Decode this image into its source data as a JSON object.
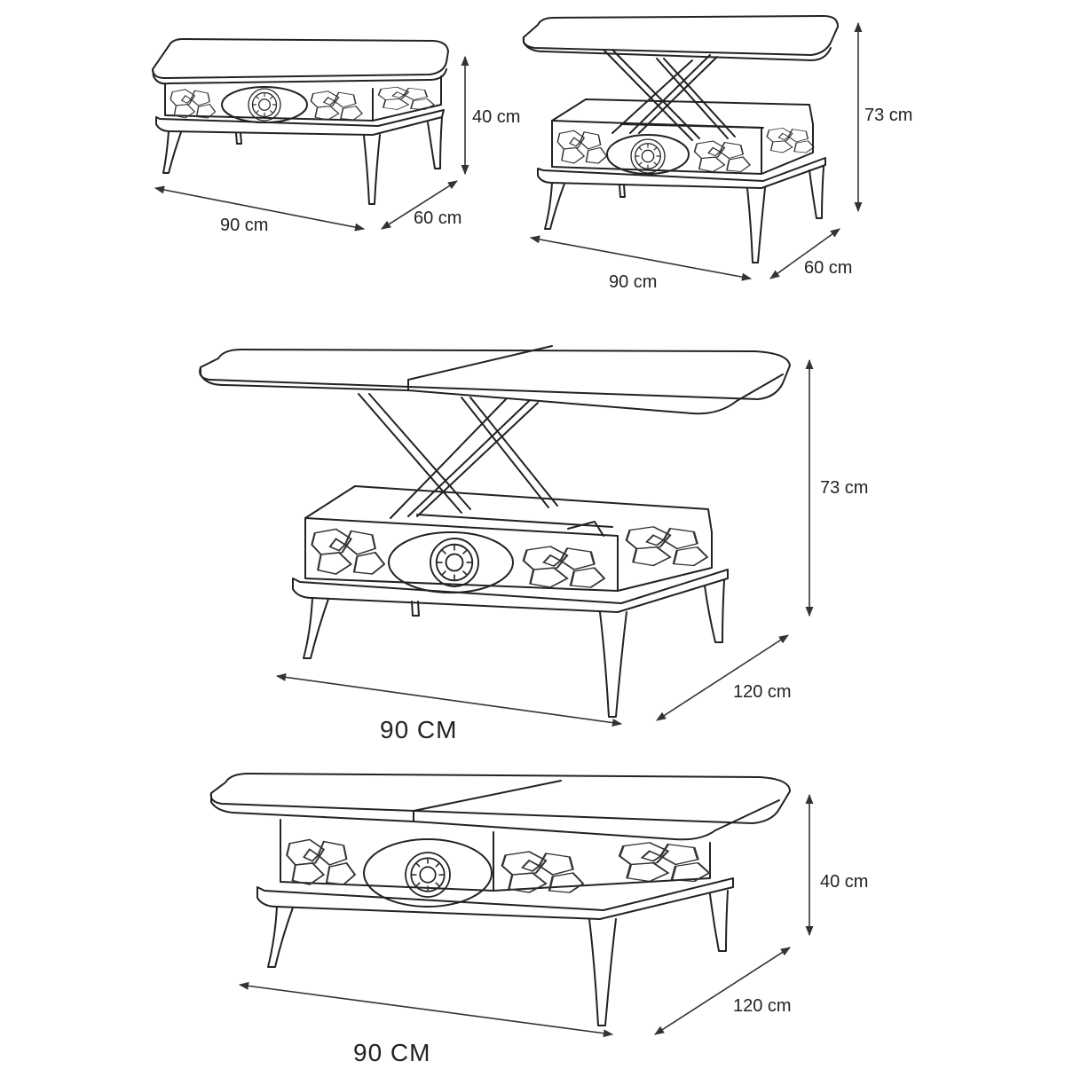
{
  "views": [
    {
      "id": "closed-small",
      "state": "closed",
      "dimensions": {
        "width": "90 cm",
        "depth": "60 cm",
        "height": "40 cm"
      }
    },
    {
      "id": "lifted-small",
      "state": "lifted",
      "dimensions": {
        "width": "90 cm",
        "depth": "60 cm",
        "height": "73 cm"
      }
    },
    {
      "id": "lifted-extended",
      "state": "lifted-extended",
      "dimensions": {
        "width": "90 CM",
        "depth": "120 cm",
        "height": "73 cm"
      }
    },
    {
      "id": "closed-extended",
      "state": "closed-extended",
      "dimensions": {
        "width": "90 CM",
        "depth": "120 cm",
        "height": "40 cm"
      }
    }
  ],
  "colors": {
    "line": "#222222",
    "background": "#ffffff"
  }
}
